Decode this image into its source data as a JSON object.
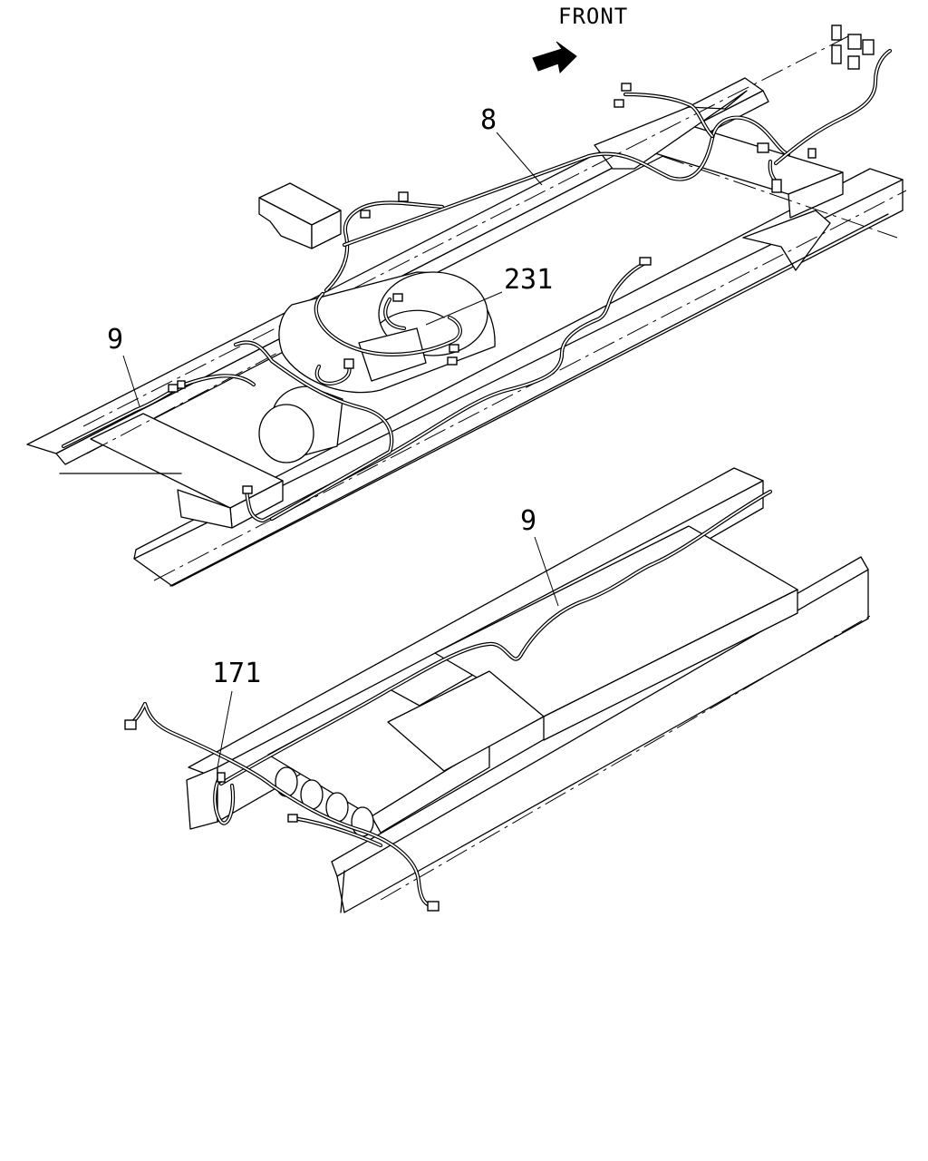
{
  "direction": {
    "text": "FRONT",
    "arrow_icon": "arrow-right-up-icon"
  },
  "callouts": [
    {
      "id": "8",
      "text": "8"
    },
    {
      "id": "231",
      "text": "231"
    },
    {
      "id": "9a",
      "text": "9"
    },
    {
      "id": "9b",
      "text": "9"
    },
    {
      "id": "171",
      "text": "171"
    }
  ],
  "colors": {
    "line": "#000000",
    "background": "#ffffff"
  }
}
